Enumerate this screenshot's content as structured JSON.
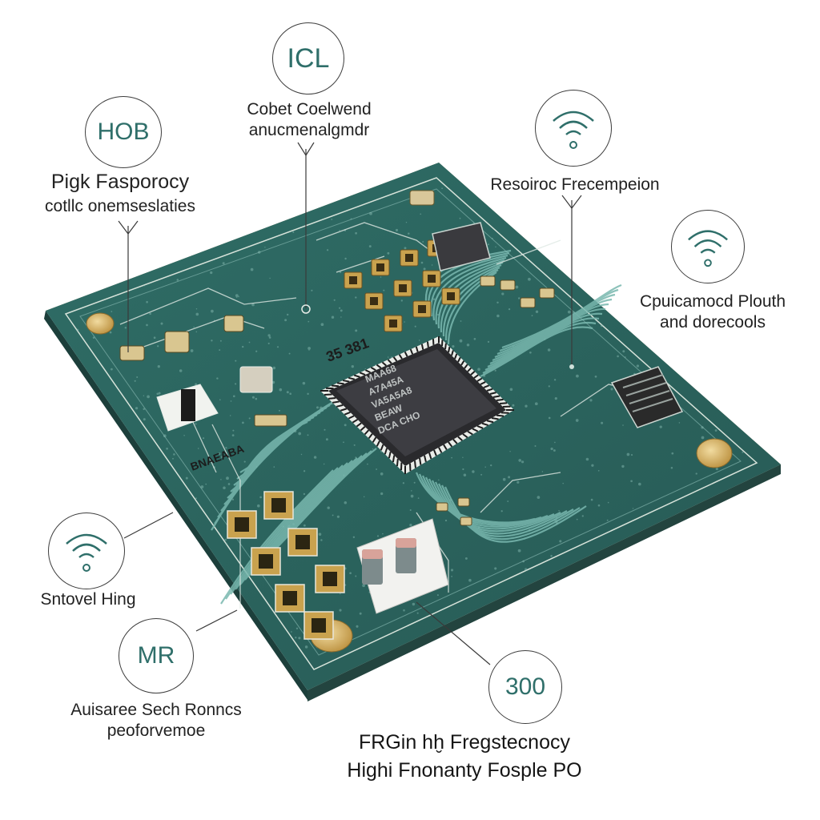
{
  "callouts": {
    "icl": {
      "badge": "ICL",
      "line1": "Cobet Coelwend",
      "line2": "anucmenalgmdr"
    },
    "hob": {
      "badge": "HOB",
      "title": "Pigk Fasporocy",
      "subtitle": "cotllc onemseslaties"
    },
    "resoiroc": {
      "icon": "wifi-icon",
      "label": "Resoiroc Frecempeion"
    },
    "cpuicamocd": {
      "icon": "wifi-icon",
      "line1": "Cpuicamocd Plouth",
      "line2": "and dorecools"
    },
    "sntovel": {
      "icon": "wifi-icon",
      "label": "Sntovel Hing"
    },
    "mr": {
      "badge": "MR",
      "line1": "Auisaree Sech Ronncs",
      "line2": "peoforvemoe"
    },
    "three_hundred": {
      "badge": "300"
    }
  },
  "board": {
    "chip_marking_top": "35 381",
    "chip_text": [
      "MAA68",
      "A7A45A",
      "VA5A5A8",
      "BEAW",
      "DCA CHO"
    ],
    "edge_marking": "BNAEABA"
  },
  "footer": {
    "line1": "FRGin hḫ Fregstecnocy",
    "line2": "Highi Fnonanty Fosple PO"
  },
  "colors": {
    "board": "#2e6b64",
    "board_dark": "#1f4f4a",
    "trace": "#6fb0a8",
    "pad": "#c9a24e",
    "accent": "#2f6f6a"
  }
}
